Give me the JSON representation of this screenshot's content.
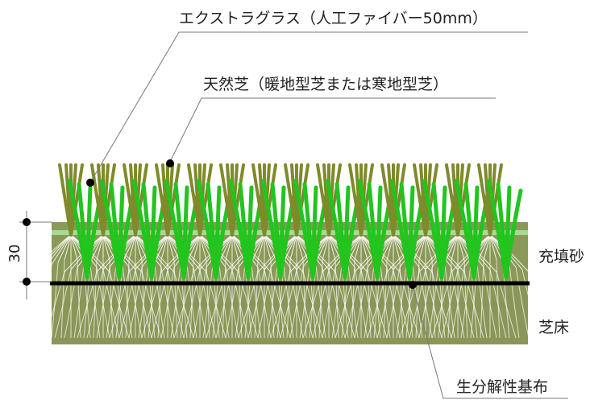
{
  "labels": {
    "artificial_grass": "エクストラグラス（人工ファイバー50mm）",
    "natural_grass": "天然芝（暖地型芝または寒地型芝）",
    "fill_sand": "充填砂",
    "turf_bed": "芝床",
    "biodegradable_fabric": "生分解性基布",
    "thickness": "30"
  },
  "colors": {
    "fill_sand": "#8a9957",
    "turf_bed": "#8a9657",
    "fabric_line": "#000000",
    "fiber_green": "#22c41e",
    "natural_blade": "#7f8a2a",
    "roots": "#ffffff",
    "leader_line": "#777777",
    "light_band": "#a8e6a0"
  }
}
